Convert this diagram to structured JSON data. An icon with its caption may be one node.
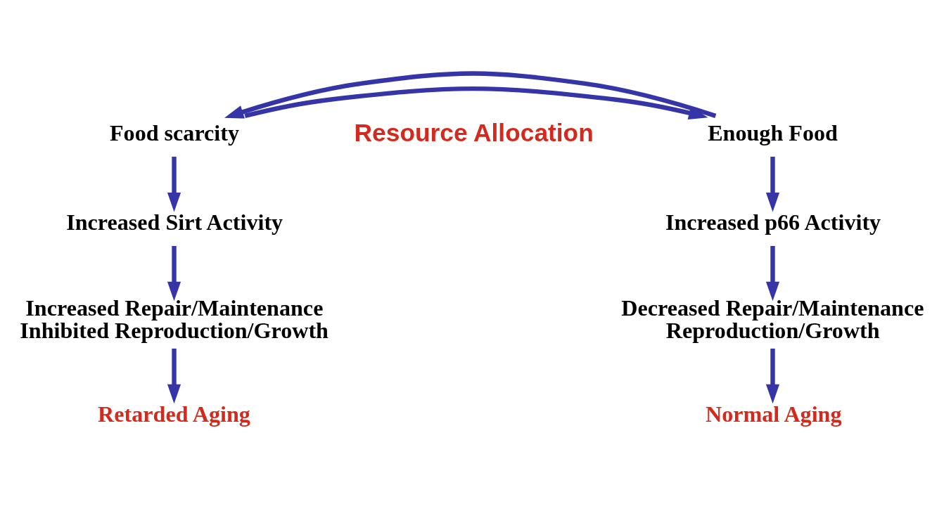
{
  "diagram": {
    "nodes": [
      {
        "text": [
          "Food scarcity"
        ]
      },
      {
        "text": [
          "Enough Food"
        ]
      },
      {
        "text": [
          "Increased Sirt Activity"
        ]
      },
      {
        "text": [
          "Increased Repair/Maintenance",
          "Inhibited Reproduction/Growth"
        ]
      },
      {
        "text": [
          "Retarded Aging"
        ]
      },
      {
        "text": [
          "Increased p66 Activity"
        ]
      },
      {
        "text": [
          "Decreased Repair/Maintenance",
          "Reproduction/Growth"
        ]
      },
      {
        "text": [
          "Normal Aging"
        ]
      }
    ],
    "edges": [
      {
        "from": 0,
        "to": 1,
        "arrow": "to"
      },
      {
        "from": 1,
        "to": 0,
        "arrow": "to"
      },
      {
        "from": 0,
        "to": 2,
        "arrow": "to"
      },
      {
        "from": 2,
        "to": 3,
        "arrow": "to"
      },
      {
        "from": 3,
        "to": 4,
        "arrow": "to"
      },
      {
        "from": 1,
        "to": 5,
        "arrow": "to"
      },
      {
        "from": 5,
        "to": 6,
        "arrow": "to"
      },
      {
        "from": 6,
        "to": 7,
        "arrow": "to"
      }
    ],
    "labels": [
      "Resource Allocation"
    ]
  }
}
